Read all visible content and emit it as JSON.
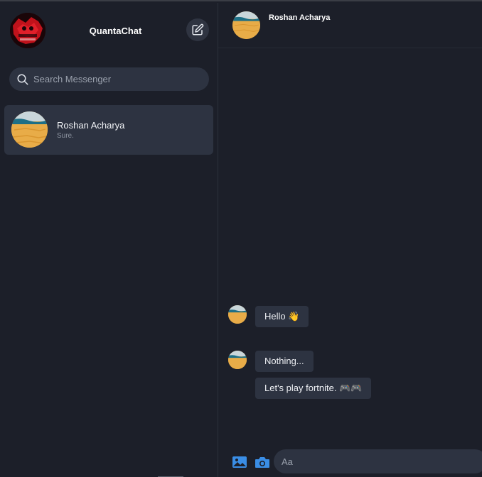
{
  "app": {
    "name": "QuantaChat"
  },
  "search": {
    "placeholder": "Search Messenger"
  },
  "conversations": [
    {
      "name": "Roshan Acharya",
      "preview": "Sure."
    }
  ],
  "chat": {
    "contact_name": "Roshan Acharya",
    "messages": [
      {
        "text": "Hello 👋"
      },
      {
        "text": "Nothing..."
      },
      {
        "text": "Let's play fortnite. 🎮🎮"
      }
    ],
    "composer_placeholder": "Aa"
  },
  "icons": {
    "compose": "compose-icon",
    "search": "search-icon",
    "photo": "image-icon",
    "camera": "camera-icon"
  },
  "colors": {
    "background": "#1c1f29",
    "panel": "#2d3341",
    "accent": "#3a8ee6",
    "profile_red": "#c0121b"
  }
}
